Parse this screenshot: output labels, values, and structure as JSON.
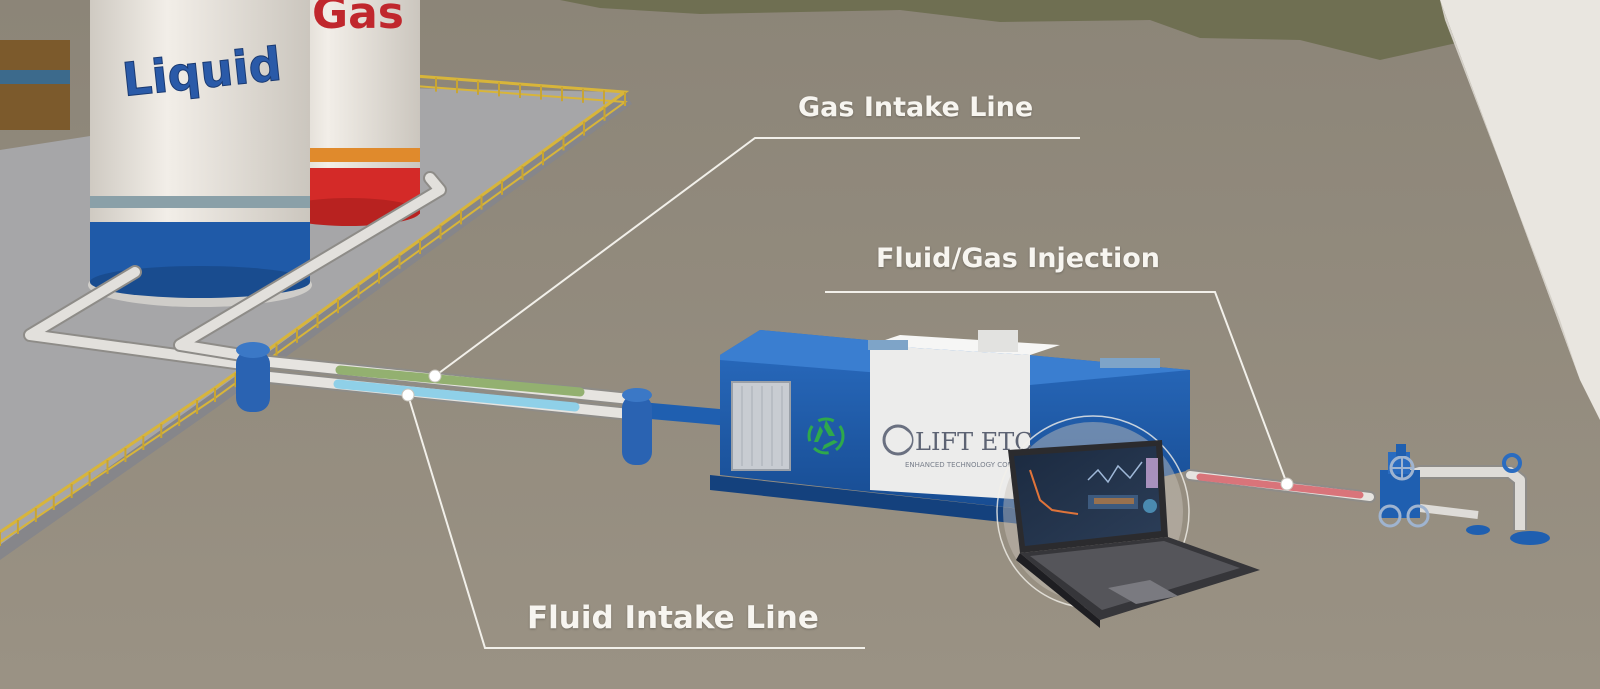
{
  "scene": {
    "tanks": {
      "liquid_label": "Liquid",
      "gas_label": "Gas"
    },
    "unit": {
      "brand": "LIFT ETC",
      "tagline": "ENHANCED TECHNOLOGY COMPANY",
      "recycle_icon": "recycle-icon"
    },
    "laptop": {
      "icon": "laptop-icon"
    },
    "wellhead": {
      "icon": "valve-wheel-icon"
    },
    "callouts": {
      "gas_intake": "Gas Intake Line",
      "fluid_gas_injection": "Fluid/Gas Injection",
      "fluid_intake": "Fluid Intake Line"
    },
    "colors": {
      "ground": "#948d80",
      "pad": "#a3a3a5",
      "railing": "#d8b53a",
      "unit_blue": "#1f5fb0",
      "gas_line": "#93b070",
      "fluid_line": "#8fd0e8",
      "injection_line": "#d9747a",
      "callout_line": "#f2f0ea"
    }
  }
}
